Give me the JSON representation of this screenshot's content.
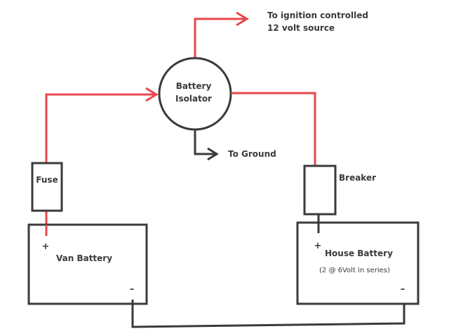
{
  "colors": {
    "wire_positive": "#e8474c",
    "wire_ground": "#3a3a3a",
    "component_stroke": "#3a3a3a",
    "text": "#3a3a3a",
    "background": "#ffffff"
  },
  "labels": {
    "ignition_line1": "To ignition controlled",
    "ignition_line2": "12 volt source",
    "isolator_line1": "Battery",
    "isolator_line2": "Isolator",
    "ground": "To Ground",
    "fuse": "Fuse",
    "breaker": "Breaker",
    "van_battery": "Van Battery",
    "house_battery": "House Battery",
    "house_battery_note": "(2 @ 6Volt in series)",
    "plus": "+",
    "minus": "–"
  },
  "components": [
    {
      "id": "battery-isolator",
      "type": "isolator"
    },
    {
      "id": "fuse",
      "type": "fuse"
    },
    {
      "id": "breaker",
      "type": "breaker"
    },
    {
      "id": "van-battery",
      "type": "battery"
    },
    {
      "id": "house-battery",
      "type": "battery"
    }
  ],
  "connections": [
    {
      "from": "van-battery +",
      "to": "fuse",
      "wire": "positive"
    },
    {
      "from": "fuse",
      "to": "battery-isolator",
      "wire": "positive"
    },
    {
      "from": "battery-isolator",
      "to": "ignition 12V source",
      "wire": "positive"
    },
    {
      "from": "battery-isolator",
      "to": "breaker",
      "wire": "positive"
    },
    {
      "from": "breaker",
      "to": "house-battery +",
      "wire": "ground"
    },
    {
      "from": "battery-isolator",
      "to": "ground",
      "wire": "ground"
    },
    {
      "from": "van-battery -",
      "to": "house-battery -",
      "wire": "ground"
    }
  ]
}
